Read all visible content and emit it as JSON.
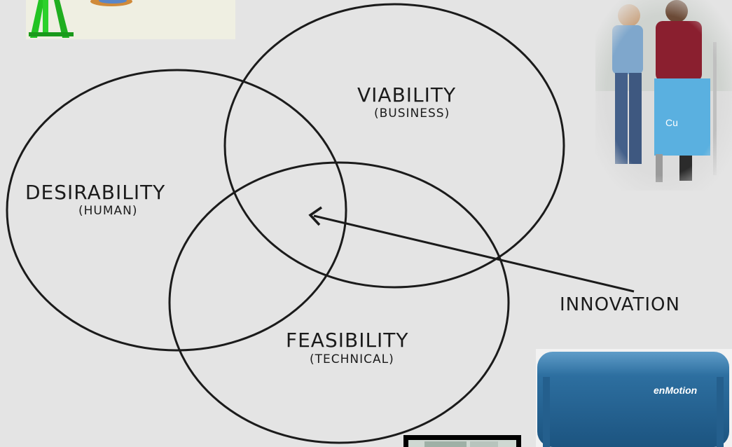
{
  "diagram": {
    "circles": [
      {
        "name": "desirability",
        "title": "DESIRABILITY",
        "subtitle": "(HUMAN)"
      },
      {
        "name": "viability",
        "title": "VIABILITY",
        "subtitle": "(BUSINESS)"
      },
      {
        "name": "feasibility",
        "title": "FEASIBILITY",
        "subtitle": "(TECHNICAL)"
      }
    ],
    "pointer_label": "INNOVATION"
  },
  "images": {
    "clipart": "tripod-clipart",
    "caregivers": "caregiver-helping-patient-photo",
    "dispenser": "towel-dispenser-photo",
    "dispenser_brand": "enMotion",
    "tablet": "tablet-device-photo"
  },
  "colors": {
    "background": "#e4e4e4",
    "ink": "#1b1b1b",
    "dispenser_blue": "#2a6a9a",
    "clipart_green": "#22c322"
  }
}
